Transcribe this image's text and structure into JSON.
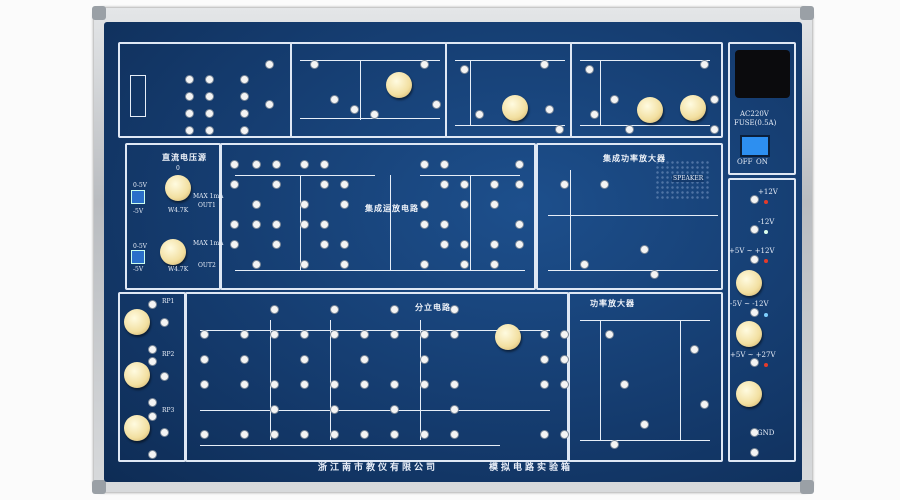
{
  "title": "模拟电路实验箱",
  "manufacturer": "浙江南市教仪有限公司",
  "sections": {
    "dc_source": {
      "title": "直流电压源",
      "max_label": "MAX 1mA",
      "out1": "OUT1",
      "out2": "OUT2",
      "pot_label": "W4.7K",
      "range_pos": "0-5V",
      "range_neg": "-5V",
      "zero": "0"
    },
    "opamp": {
      "title": "集成运放电路"
    },
    "ic_power_amp": {
      "title": "集成功率放大器",
      "speaker": "SPEAKER"
    },
    "discrete": {
      "title": "分立电路"
    },
    "power_amp": {
      "title": "功率放大器"
    },
    "pots": {
      "rp1": "RP1",
      "rp2": "RP2",
      "rp3": "RP3"
    },
    "power": {
      "ac_label": "AC220V",
      "fuse_label": "FUSE(0.5A)",
      "off": "OFF",
      "on": "ON",
      "rails": [
        "+12V",
        "-12V",
        "+5V ~ +12V",
        "-5V ~ -12V",
        "+5V ~ +27V"
      ],
      "gnd": "GND"
    }
  },
  "colors": {
    "panel": "#143a6c",
    "knob": "#f2dfa0",
    "led_red": "#e53b2a",
    "led_blue": "#7fd0ff"
  }
}
